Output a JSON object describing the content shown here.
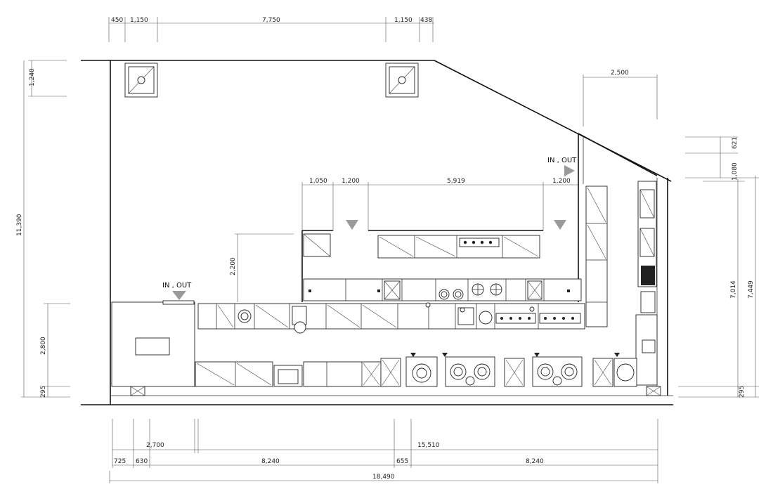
{
  "dimensions": {
    "top": [
      "450",
      "1,150",
      "7,750",
      "1,150",
      "438"
    ],
    "left": [
      "1,240",
      "11,390",
      "2,200",
      "2,800",
      "295"
    ],
    "right": [
      "2,500",
      "621",
      "1,080",
      "7,014",
      "7,449",
      "295"
    ],
    "island": [
      "1,050",
      "1,200",
      "5,919",
      "1,200"
    ],
    "bottom_row1": [
      "2,700",
      "15,510"
    ],
    "bottom_row2": [
      "725",
      "630",
      "8,240",
      "655",
      "8,240"
    ],
    "bottom_total": "18,490"
  },
  "labels": {
    "in_out_left": "IN , OUT",
    "in_out_right": "IN , OUT"
  },
  "colors": {
    "line": "#333333",
    "arrow": "#9a9a9a"
  }
}
